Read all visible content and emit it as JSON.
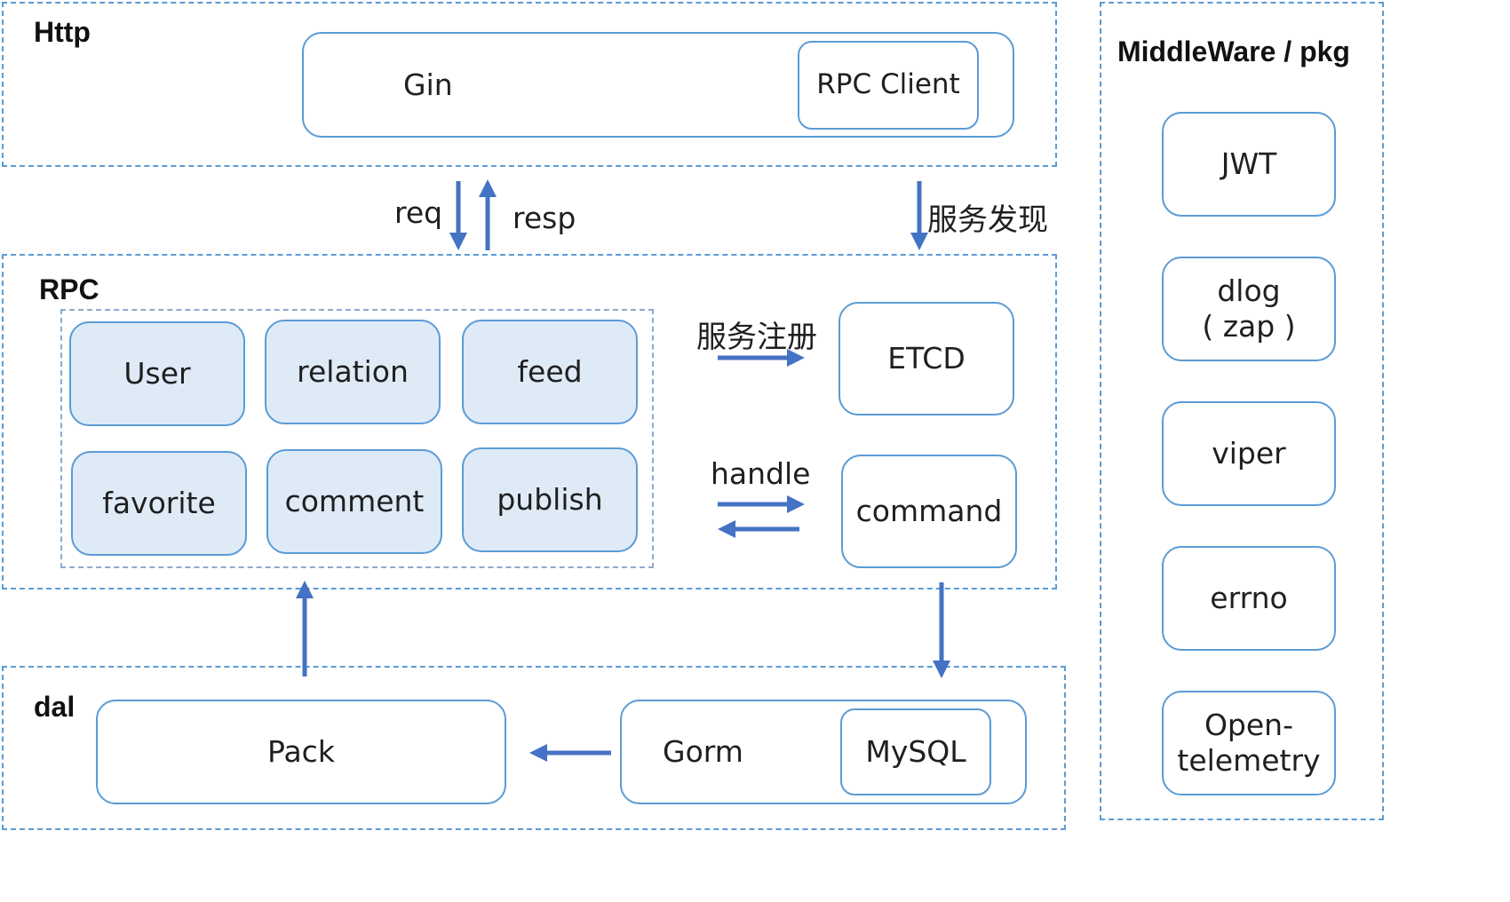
{
  "layers": {
    "http": {
      "title": "Http"
    },
    "rpc": {
      "title": "RPC"
    },
    "dal": {
      "title": "dal"
    },
    "middleware": {
      "title": "MiddleWare / pkg"
    }
  },
  "http": {
    "gin": "Gin",
    "rpc_client": "RPC Client"
  },
  "flows": {
    "req": "req",
    "resp": "resp",
    "discovery": "服务发现",
    "register": "服务注册",
    "handle": "handle"
  },
  "rpc": {
    "services": [
      "User",
      "relation",
      "feed",
      "favorite",
      "comment",
      "publish"
    ],
    "etcd": "ETCD",
    "command": "command"
  },
  "dal": {
    "pack": "Pack",
    "gorm": "Gorm",
    "mysql": "MySQL"
  },
  "middleware": {
    "items": [
      "JWT",
      "dlog\n( zap )",
      "viper",
      "errno",
      "Open-\ntelemetry"
    ]
  }
}
